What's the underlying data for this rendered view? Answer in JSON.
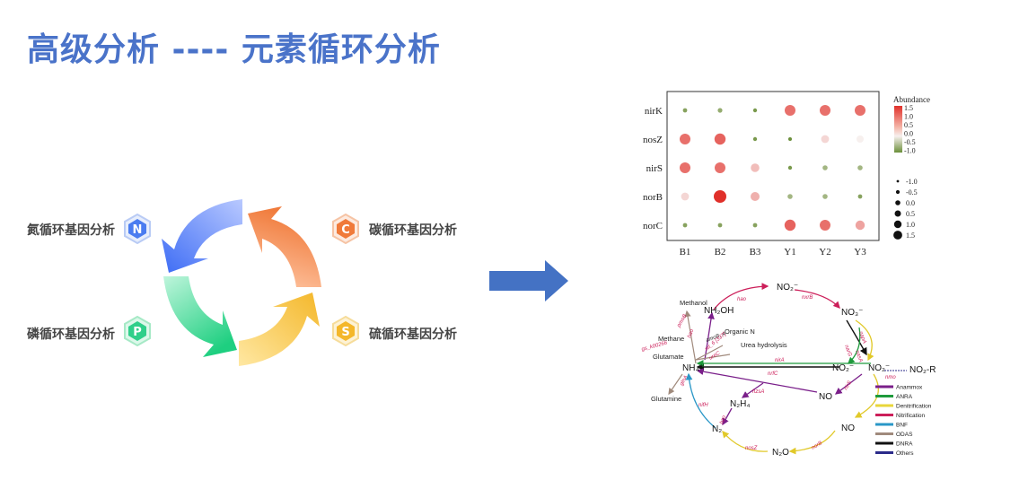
{
  "page": {
    "title": "高级分析 ---- 元素循环分析"
  },
  "cycle_items": [
    {
      "label": "氮循环基因分析",
      "letter": "N",
      "color": "#4a7cf0"
    },
    {
      "label": "碳循环基因分析",
      "letter": "C",
      "color": "#f07a3a"
    },
    {
      "label": "磷循环基因分析",
      "letter": "P",
      "color": "#2fcf8a"
    },
    {
      "label": "硫循环基因分析",
      "letter": "S",
      "color": "#f4b72a"
    }
  ],
  "chart_data": {
    "type": "bubble-heatmap",
    "x_categories": [
      "B1",
      "B2",
      "B3",
      "Y1",
      "Y2",
      "Y3"
    ],
    "y_categories": [
      "nirK",
      "nosZ",
      "nirS",
      "norB",
      "norC"
    ],
    "values": [
      [
        -0.8,
        -0.7,
        -0.9,
        1.0,
        1.0,
        1.0
      ],
      [
        1.0,
        1.1,
        -0.9,
        -1.0,
        0.2,
        0.0
      ],
      [
        1.0,
        1.0,
        0.4,
        -0.9,
        -0.6,
        -0.6
      ],
      [
        0.2,
        1.5,
        0.5,
        -0.6,
        -0.6,
        -0.8
      ],
      [
        -0.8,
        -0.8,
        -0.8,
        1.1,
        1.0,
        0.6
      ]
    ],
    "legend_color_title": "Abundance",
    "legend_color_ticks": [
      "1.5",
      "1.0",
      "0.5",
      "0.0",
      "-0.5",
      "-1.0"
    ],
    "legend_size_ticks": [
      "-1.0",
      "-0.5",
      "0.0",
      "0.5",
      "1.0",
      "1.5"
    ],
    "colors": {
      "high": "#e0302a",
      "mid": "#f7f0ee",
      "low": "#6b8f3a"
    }
  },
  "n_cycle": {
    "nodes": {
      "no2_top": "NO₂⁻",
      "no3": "NO₃⁻",
      "no2_mid": "NO₂⁻",
      "no2_r_left": "NO₂⁻",
      "no2r": "NO₂-R",
      "nh2oh": "NH₂OH",
      "nh4": "NH₄⁺",
      "n2h4": "N₂H₄",
      "no_a": "NO",
      "no_b": "NO",
      "n2": "N₂",
      "n2o": "N₂O",
      "methanol": "Methanol",
      "methane": "Methane",
      "glutamate": "Glutamate",
      "glutamine": "Glutamine",
      "organic_n": "Organic  N",
      "urea": "Urea hydrolysis"
    },
    "genes": [
      "hao",
      "nxrB",
      "napA",
      "narG",
      "nasA",
      "nirA",
      "nrfC",
      "nmo",
      "nirS",
      "hzsA",
      "hzo",
      "nifH",
      "nosZ",
      "norB",
      "pmoB",
      "hao",
      "amoB_A",
      "glnA",
      "gs_k00266",
      "ureC",
      "nit_6 [337]"
    ],
    "legend": [
      {
        "name": "Anammox",
        "color": "#7a1f8a"
      },
      {
        "name": "ANRA",
        "color": "#1e9a3c"
      },
      {
        "name": "Denitrification",
        "color": "#e8d63a"
      },
      {
        "name": "Nitrification",
        "color": "#cc1f5a"
      },
      {
        "name": "BNF",
        "color": "#2a97c7"
      },
      {
        "name": "ODAS",
        "color": "#a08a7c"
      },
      {
        "name": "DNRA",
        "color": "#111111"
      },
      {
        "name": "Others",
        "color": "#2b2b8a"
      }
    ]
  }
}
